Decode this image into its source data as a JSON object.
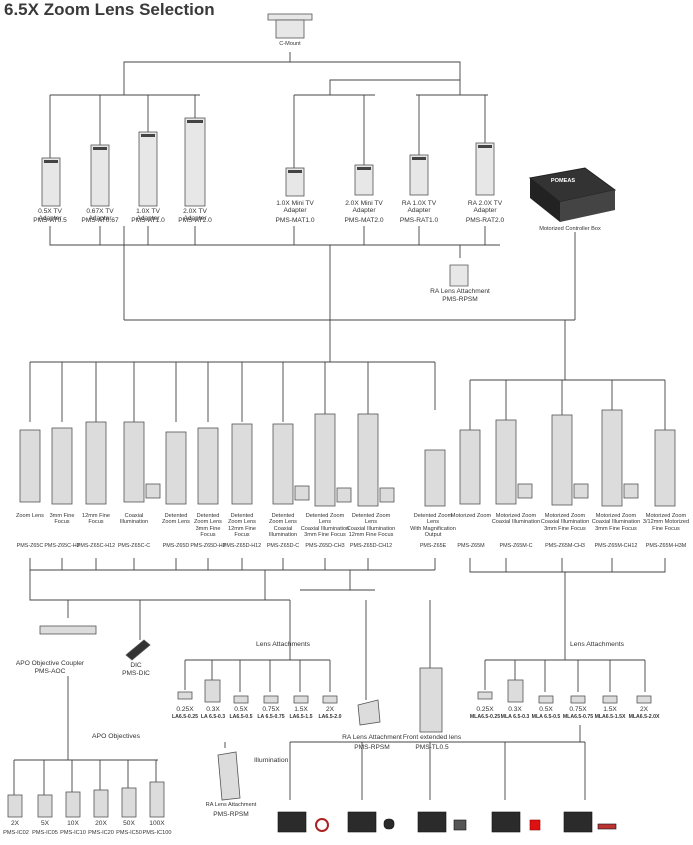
{
  "title": "6.5X Zoom Lens Selection",
  "top": {
    "label": "C-Mount"
  },
  "adapters": [
    {
      "label": "0.5X TV\nAdapter",
      "code": "PMS-AT0.5",
      "icon": "tv-adapter-icon"
    },
    {
      "label": "0.67X TV\nAdapter",
      "code": "PMS-AT0.67",
      "icon": "tv-adapter-icon"
    },
    {
      "label": "1.0X TV\nAdapter",
      "code": "PMS-AT1.0",
      "icon": "tv-adapter-icon"
    },
    {
      "label": "2.0X TV\nAdapter",
      "code": "PMS-AT2.0",
      "icon": "tv-adapter-icon"
    },
    {
      "label": "1.0X Mini TV\nAdapter",
      "code": "PMS-MAT1.0",
      "icon": "mini-tv-adapter-icon"
    },
    {
      "label": "2.0X Mini TV\nAdapter",
      "code": "PMS-MAT2.0",
      "icon": "mini-tv-adapter-icon"
    },
    {
      "label": "RA 1.0X TV\nAdapter",
      "code": "PMS-RAT1.0",
      "icon": "ra-tv-adapter-icon"
    },
    {
      "label": "RA 2.0X TV\nAdapter",
      "code": "PMS-RAT2.0",
      "icon": "ra-tv-adapter-icon"
    }
  ],
  "ra_attachment": {
    "label": "RA Lens Attachment",
    "code": "PMS-RPSM"
  },
  "controller": {
    "label": "Motorized Controller Box",
    "brand": "POMEAS"
  },
  "lenses": [
    {
      "label": "Zoom Lens",
      "code": "PMS-Z65C"
    },
    {
      "label": "3mm Fine\nFocus",
      "code": "PMS-Z65C-H3"
    },
    {
      "label": "12mm Fine\nFocus",
      "code": "PMS-Z65C-H12"
    },
    {
      "label": "Coaxial\nIllumination",
      "code": "PMS-Z65C-C"
    },
    {
      "label": "Detented\nZoom Lens",
      "code": "PMS-Z65D"
    },
    {
      "label": "Detented\nZoom Lens\n3mm Fine\nFocus",
      "code": "PMS-Z65D-H3"
    },
    {
      "label": "Detented\nZoom Lens\n12mm Fine\nFocus",
      "code": "PMS-Z65D-H12"
    },
    {
      "label": "Detented\nZoom Lens\nCoaxial\nIllumination",
      "code": "PMS-Z65D-C"
    },
    {
      "label": "Detented Zoom\nLens\nCoaxial Illumination\n3mm Fine Focus",
      "code": "PMS-Z65D-CH3"
    },
    {
      "label": "Detented Zoom\nLens\nCoaxial Illumination\n12mm Fine Focus",
      "code": "PMS-Z65D-CH12"
    },
    {
      "label": "Detented Zoom\nLens\nWith Magnification\nOutput",
      "code": "PMS-Z65E"
    },
    {
      "label": "Motorized Zoom",
      "code": "PMS-Z65M"
    },
    {
      "label": "Motorized Zoom\nCoaxial Illumination",
      "code": "PMS-Z65M-C"
    },
    {
      "label": "Motorized Zoom\nCoaxial Illumination\n3mm Fine Focus",
      "code": "PMS-Z65M-CH3"
    },
    {
      "label": "Motorized Zoom\nCoaxial Illumination\n3mm Fine Focus",
      "code": "PMS-Z65M-CH12"
    },
    {
      "label": "Motorized Zoom\n3/12mm Motorized\nFine Focus",
      "code": "PMS-Z65M-H3M"
    }
  ],
  "aoc": {
    "label": "APO Objective Coupler",
    "code": "PMS-AOC"
  },
  "dic": {
    "label": "DIC",
    "code": "PMS-DIC"
  },
  "apo_label": "APO Objectives",
  "objectives": [
    {
      "mag": "2X",
      "code": "PMS-IC02"
    },
    {
      "mag": "5X",
      "code": "PMS-IC05"
    },
    {
      "mag": "10X",
      "code": "PMS-IC10"
    },
    {
      "mag": "20X",
      "code": "PMS-IC20"
    },
    {
      "mag": "50X",
      "code": "PMS-IC50"
    },
    {
      "mag": "100X",
      "code": "PMS-IC100"
    }
  ],
  "lens_att_label": "Lens Attachments",
  "lens_att_left": [
    {
      "mag": "0.25X",
      "code": "LA6.5-0.25"
    },
    {
      "mag": "0.3X",
      "code": "LA 6.5-0.3"
    },
    {
      "mag": "0.5X",
      "code": "LA6.5-0.5"
    },
    {
      "mag": "0.75X",
      "code": "LA 6.5-0.75"
    },
    {
      "mag": "1.5X",
      "code": "LA6.5-1.5"
    },
    {
      "mag": "2X",
      "code": "LA6.5-2.0"
    }
  ],
  "ra_attachment2": {
    "label": "RA Lens Attachment",
    "code": "PMS-RPSM"
  },
  "front_ext": {
    "label": "Front extended lens",
    "code": "PMS-TL0.5"
  },
  "lens_att_right": [
    {
      "mag": "0.25X",
      "code": "MLA6.5-0.25"
    },
    {
      "mag": "0.3X",
      "code": "MLA 6.5-0.3"
    },
    {
      "mag": "0.5X",
      "code": "MLA 6.5-0.5"
    },
    {
      "mag": "0.75X",
      "code": "MLA6.5-0.75"
    },
    {
      "mag": "1.5X",
      "code": "MLA6.5-1.5X"
    },
    {
      "mag": "2X",
      "code": "MLA6.5-2.0X"
    }
  ],
  "illum_label": "Illumination",
  "ra_attachment3": {
    "label": "RA Lens Attachment",
    "code": "PMS-RPSM"
  }
}
